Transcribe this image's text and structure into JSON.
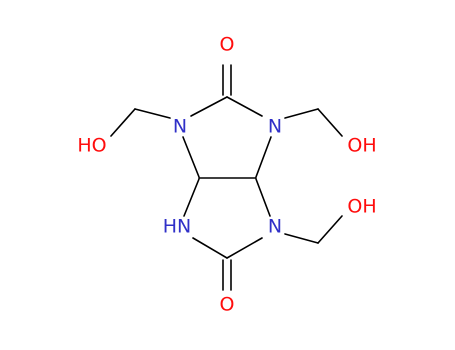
{
  "molecule": {
    "atoms": {
      "o_top": {
        "label": "O",
        "color": "#ff0d0d"
      },
      "o_bottom": {
        "label": "O",
        "color": "#ff0d0d"
      },
      "n_top_left": {
        "label": "N",
        "color": "#3030c8"
      },
      "n_top_right": {
        "label": "N",
        "color": "#3030c8"
      },
      "n_bottom_left": {
        "label": "HN",
        "color": "#3030c8"
      },
      "n_bottom_right": {
        "label": "N",
        "color": "#3030c8"
      },
      "oh_left": {
        "label": "HO",
        "color": "#ff0d0d"
      },
      "oh_right_top": {
        "label": "OH",
        "color": "#ff0d0d"
      },
      "oh_right_bottom": {
        "label": "OH",
        "color": "#ff0d0d"
      }
    }
  }
}
